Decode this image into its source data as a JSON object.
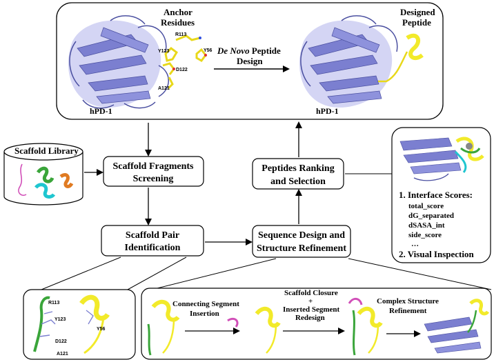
{
  "top_panel": {
    "anchor_label_1": "Anchor",
    "anchor_label_2": "Residues",
    "designed_label_1": "Designed",
    "designed_label_2": "Peptide",
    "protein_left": "hPD-1",
    "protein_right": "hPD-1",
    "arrow_label_italic": "De Novo",
    "arrow_label_rest": " Peptide",
    "arrow_label_line2": "Design",
    "residues": [
      "R113",
      "Y123",
      "Y56",
      "D122",
      "A121"
    ]
  },
  "scaffold_library": {
    "title": "Scaffold Library"
  },
  "boxes": {
    "fragments_1": "Scaffold Fragments",
    "fragments_2": "Screening",
    "pair_1": "Scaffold Pair",
    "pair_2": "Identification",
    "seq_1": "Sequence Design and",
    "seq_2": "Structure Refinement",
    "rank_1": "Peptides Ranking",
    "rank_2": "and Selection"
  },
  "scores_panel": {
    "item1": "1. Interface Scores:",
    "scores": [
      "total_score",
      "dG_separated",
      "dSASA_int",
      "side_score",
      "…"
    ],
    "item2": "2. Visual Inspection"
  },
  "bottom_left_residues": [
    "R113",
    "Y123",
    "Y56",
    "D122",
    "A121"
  ],
  "bottom_steps": {
    "step1_1": "Connecting Segment",
    "step1_2": "Insertion",
    "step2_1": "Scaffold Closure",
    "step2_2": "+",
    "step2_3": "Inserted Segment",
    "step2_4": "Redesign",
    "step3_1": "Complex Structure",
    "step3_2": "Refinement"
  },
  "colors": {
    "protein": "#7b7fd0",
    "protein_dark": "#4a4fa0",
    "helix_yellow": "#f2ea2a",
    "green": "#3aa53a",
    "magenta": "#d14fb8",
    "orange": "#e07b22",
    "cyan": "#1fc6d0"
  }
}
